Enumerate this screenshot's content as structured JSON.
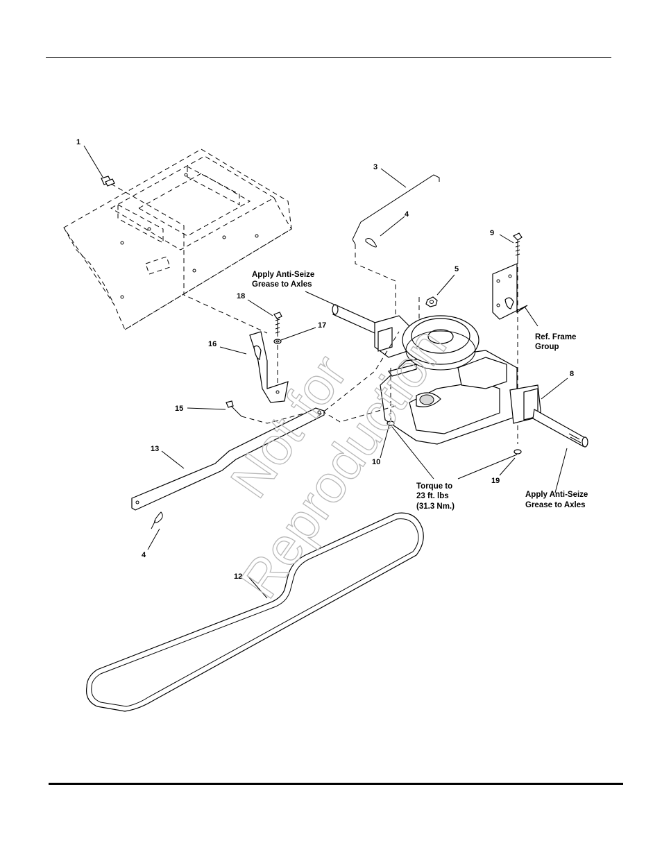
{
  "callouts": {
    "c1": "1",
    "c3": "3",
    "c4a": "4",
    "c4b": "4",
    "c5": "5",
    "c8": "8",
    "c9": "9",
    "c10": "10",
    "c12": "12",
    "c13": "13",
    "c15": "15",
    "c16": "16",
    "c17": "17",
    "c18": "18",
    "c19": "19"
  },
  "notes": {
    "anti_seize_left": [
      "Apply Anti-Seize",
      "Grease to Axles"
    ],
    "anti_seize_right": [
      "Apply Anti-Seize",
      "Grease to Axles"
    ],
    "ref_frame": [
      "Ref. Frame",
      "Group"
    ],
    "torque": [
      "Torque to",
      "23 ft. lbs",
      "(31.3 Nm.)"
    ]
  },
  "watermark": [
    "Not for",
    "Reproduction"
  ]
}
